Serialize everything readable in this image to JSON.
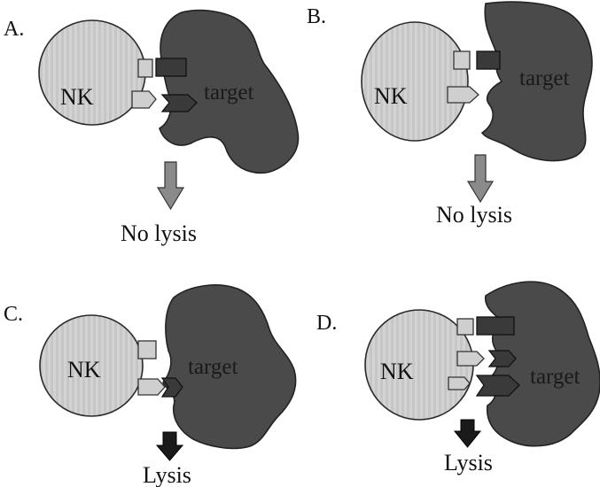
{
  "panels": [
    {
      "letter": "A.",
      "nk": "NK",
      "target": "target",
      "outcome": "No lysis"
    },
    {
      "letter": "B.",
      "nk": "NK",
      "target": "target",
      "outcome": "No lysis"
    },
    {
      "letter": "C.",
      "nk": "NK",
      "target": "target",
      "outcome": "Lysis"
    },
    {
      "letter": "D.",
      "nk": "NK",
      "target": "target",
      "outcome": "Lysis"
    }
  ],
  "colors": {
    "nk_fill": "#c9c9c9",
    "target_fill": "#4a4a4a",
    "arrow_no_lysis": "#8a8a8a",
    "arrow_lysis": "#1a1a1a"
  }
}
